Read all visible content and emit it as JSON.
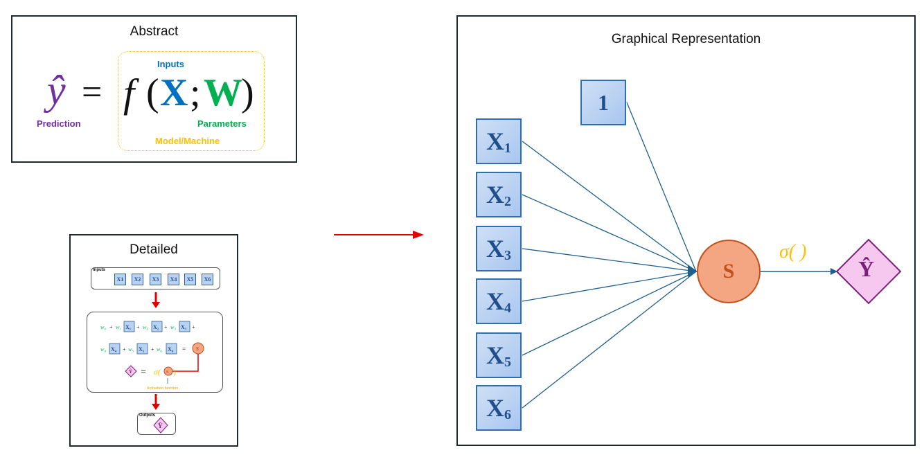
{
  "abstract": {
    "title": "Abstract",
    "y_hat": "ŷ",
    "equals": "=",
    "func": "f",
    "open_paren": "(",
    "x": "X",
    "semicolon": ";",
    "w": "W",
    "close_paren": ")",
    "label_inputs": "Inputs",
    "label_prediction": "Prediction",
    "label_parameters": "Parameters",
    "label_model": "Model/Machine"
  },
  "detailed": {
    "title": "Detailed",
    "inputs_label": "Inputs",
    "input_boxes": [
      "X1",
      "X2",
      "X3",
      "X4",
      "X5",
      "X6"
    ],
    "row1": [
      "w0",
      "+",
      "w1",
      "X1",
      "+",
      "w2",
      "X2",
      "+",
      "w3",
      "X3",
      "+"
    ],
    "row2": [
      "w4",
      "X4",
      "+",
      "w5",
      "X5",
      "+",
      "w6",
      "X6",
      "=",
      "S"
    ],
    "output_eq": [
      "Ŷ",
      "=",
      "σ(",
      "S",
      ")"
    ],
    "activation_label": "Activation function",
    "outputs_label": "Outputs",
    "output_symbol": "Ŷ"
  },
  "graph": {
    "title": "Graphical Representation",
    "bias_label": "1",
    "inputs": [
      {
        "main": "X",
        "sub": "1"
      },
      {
        "main": "X",
        "sub": "2"
      },
      {
        "main": "X",
        "sub": "3"
      },
      {
        "main": "X",
        "sub": "4"
      },
      {
        "main": "X",
        "sub": "5"
      },
      {
        "main": "X",
        "sub": "6"
      }
    ],
    "sum_node": "S",
    "activation": "σ( )",
    "output": "Ŷ"
  },
  "colors": {
    "purple": "#7030a0",
    "blue": "#0070c0",
    "green": "#00b050",
    "gold": "#ffc000",
    "node_blue": "#2e6fb0",
    "sum_fill": "#f4a582",
    "sum_stroke": "#c0501c",
    "output_fill": "#f6c8ef",
    "output_stroke": "#7a1f7a",
    "arrow_red": "#e00000",
    "edge": "#1f5f8b"
  }
}
